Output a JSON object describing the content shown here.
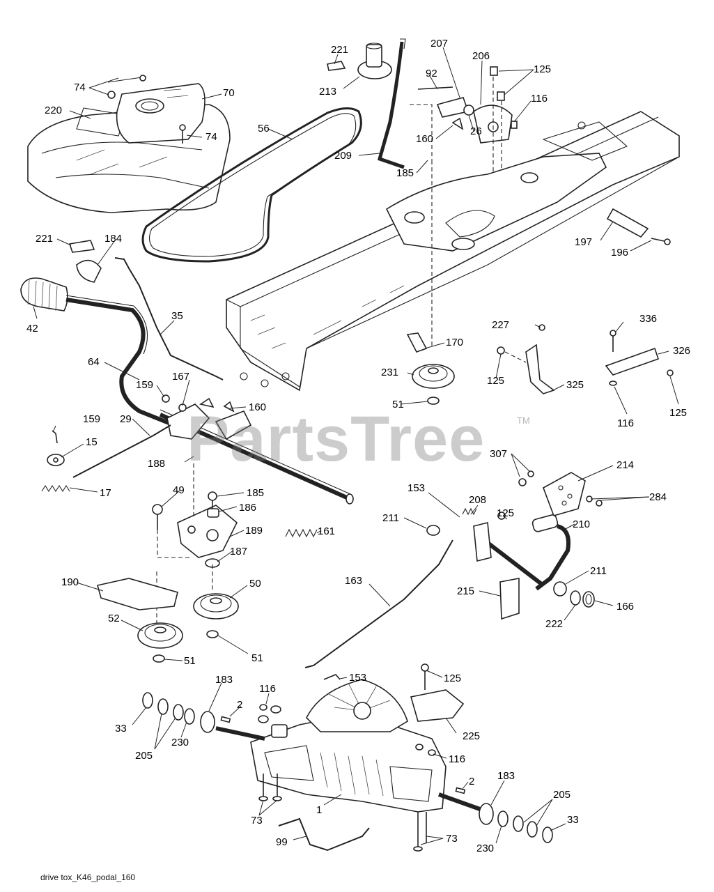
{
  "diagram": {
    "footer_label": "drive tox_K46_podal_160",
    "watermark": "PartsTree",
    "watermark_tm": "TM",
    "callouts": [
      {
        "id": "221",
        "label": "221"
      },
      {
        "id": "213",
        "label": "213"
      },
      {
        "id": "207",
        "label": "207"
      },
      {
        "id": "92",
        "label": "92"
      },
      {
        "id": "206",
        "label": "206"
      },
      {
        "id": "125a",
        "label": "125"
      },
      {
        "id": "116a",
        "label": "116"
      },
      {
        "id": "74a",
        "label": "74"
      },
      {
        "id": "70",
        "label": "70"
      },
      {
        "id": "220",
        "label": "220"
      },
      {
        "id": "74b",
        "label": "74"
      },
      {
        "id": "56",
        "label": "56"
      },
      {
        "id": "160a",
        "label": "160"
      },
      {
        "id": "26",
        "label": "26"
      },
      {
        "id": "209",
        "label": "209"
      },
      {
        "id": "185a",
        "label": "185"
      },
      {
        "id": "197",
        "label": "197"
      },
      {
        "id": "196",
        "label": "196"
      },
      {
        "id": "221b",
        "label": "221"
      },
      {
        "id": "184",
        "label": "184"
      },
      {
        "id": "42",
        "label": "42"
      },
      {
        "id": "35",
        "label": "35"
      },
      {
        "id": "227",
        "label": "227"
      },
      {
        "id": "336",
        "label": "336"
      },
      {
        "id": "170",
        "label": "170"
      },
      {
        "id": "326",
        "label": "326"
      },
      {
        "id": "64",
        "label": "64"
      },
      {
        "id": "167",
        "label": "167"
      },
      {
        "id": "159a",
        "label": "159"
      },
      {
        "id": "231",
        "label": "231"
      },
      {
        "id": "125b",
        "label": "125"
      },
      {
        "id": "325",
        "label": "325"
      },
      {
        "id": "160b",
        "label": "160"
      },
      {
        "id": "51a",
        "label": "51"
      },
      {
        "id": "116b",
        "label": "116"
      },
      {
        "id": "125c",
        "label": "125"
      },
      {
        "id": "159b",
        "label": "159"
      },
      {
        "id": "29",
        "label": "29"
      },
      {
        "id": "15",
        "label": "15"
      },
      {
        "id": "307",
        "label": "307"
      },
      {
        "id": "214",
        "label": "214"
      },
      {
        "id": "188",
        "label": "188"
      },
      {
        "id": "17",
        "label": "17"
      },
      {
        "id": "49",
        "label": "49"
      },
      {
        "id": "185b",
        "label": "185"
      },
      {
        "id": "284",
        "label": "284"
      },
      {
        "id": "153a",
        "label": "153"
      },
      {
        "id": "208",
        "label": "208"
      },
      {
        "id": "186",
        "label": "186"
      },
      {
        "id": "211a",
        "label": "211"
      },
      {
        "id": "125d",
        "label": "125"
      },
      {
        "id": "210",
        "label": "210"
      },
      {
        "id": "189",
        "label": "189"
      },
      {
        "id": "161",
        "label": "161"
      },
      {
        "id": "187",
        "label": "187"
      },
      {
        "id": "211b",
        "label": "211"
      },
      {
        "id": "190",
        "label": "190"
      },
      {
        "id": "50",
        "label": "50"
      },
      {
        "id": "163",
        "label": "163"
      },
      {
        "id": "215",
        "label": "215"
      },
      {
        "id": "166",
        "label": "166"
      },
      {
        "id": "52",
        "label": "52"
      },
      {
        "id": "222",
        "label": "222"
      },
      {
        "id": "51b",
        "label": "51"
      },
      {
        "id": "51c",
        "label": "51"
      },
      {
        "id": "125e",
        "label": "125"
      },
      {
        "id": "183a",
        "label": "183"
      },
      {
        "id": "116c",
        "label": "116"
      },
      {
        "id": "153b",
        "label": "153"
      },
      {
        "id": "2a",
        "label": "2"
      },
      {
        "id": "33a",
        "label": "33"
      },
      {
        "id": "225",
        "label": "225"
      },
      {
        "id": "205a",
        "label": "205"
      },
      {
        "id": "230a",
        "label": "230"
      },
      {
        "id": "116d",
        "label": "116"
      },
      {
        "id": "183b",
        "label": "183"
      },
      {
        "id": "2b",
        "label": "2"
      },
      {
        "id": "205b",
        "label": "205"
      },
      {
        "id": "1",
        "label": "1"
      },
      {
        "id": "33b",
        "label": "33"
      },
      {
        "id": "73a",
        "label": "73"
      },
      {
        "id": "99",
        "label": "99"
      },
      {
        "id": "73b",
        "label": "73"
      },
      {
        "id": "230b",
        "label": "230"
      }
    ]
  }
}
